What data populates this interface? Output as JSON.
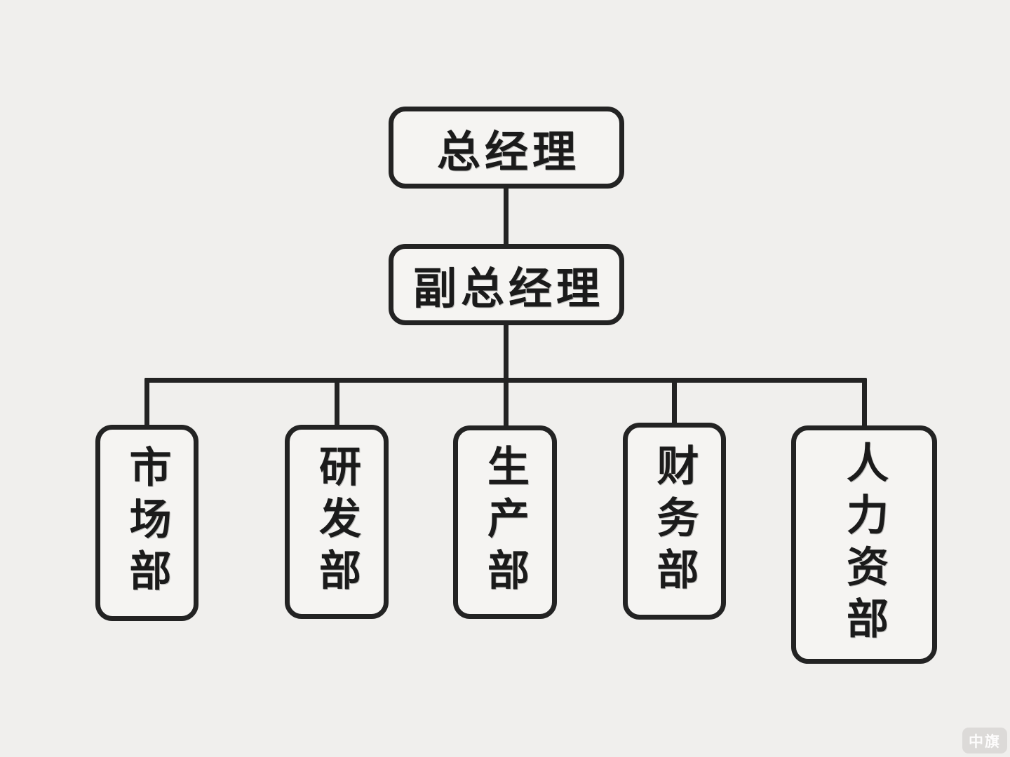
{
  "canvas": {
    "background_color": "#f0efed",
    "node_fill_color": "#f5f4f2",
    "line_color": "#232323",
    "text_color": "#1b1b1b"
  },
  "nodes": {
    "general_manager": {
      "label": "总经理",
      "level": 1
    },
    "deputy_general_manager": {
      "label": "副总经理",
      "level": 2
    },
    "marketing_dept": {
      "label": "市场部",
      "level": 3
    },
    "rnd_dept": {
      "label": "研发部",
      "level": 3
    },
    "production_dept": {
      "label": "生产部",
      "level": 3
    },
    "finance_dept": {
      "label": "财务部",
      "level": 3
    },
    "hr_dept": {
      "label": "人力资部",
      "level": 3
    }
  },
  "edges": [
    {
      "from": "general_manager",
      "to": "deputy_general_manager"
    },
    {
      "from": "deputy_general_manager",
      "to": "marketing_dept"
    },
    {
      "from": "deputy_general_manager",
      "to": "rnd_dept"
    },
    {
      "from": "deputy_general_manager",
      "to": "production_dept"
    },
    {
      "from": "deputy_general_manager",
      "to": "finance_dept"
    },
    {
      "from": "deputy_general_manager",
      "to": "hr_dept"
    }
  ],
  "watermark": {
    "label": "中旗",
    "background_color": "#dcdad8",
    "text_color": "#ffffff"
  }
}
